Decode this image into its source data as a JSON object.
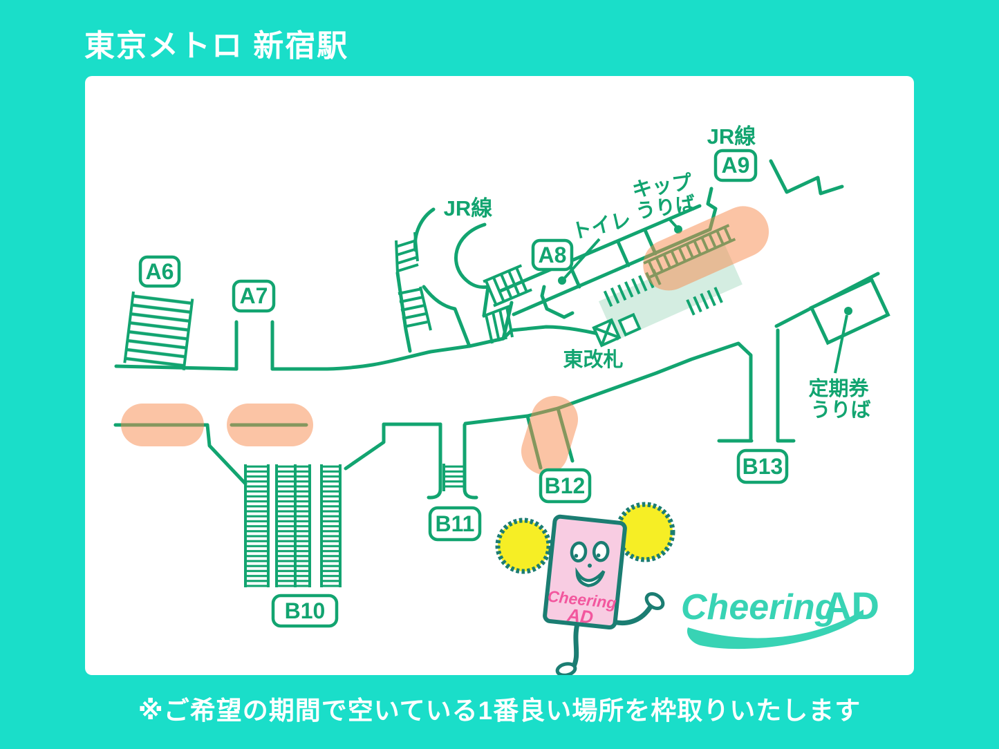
{
  "title": "東京メトロ 新宿駅",
  "footnote": "※ご希望の期間で空いている1番良い場所を枠取りいたします",
  "station_map": {
    "exits": {
      "a6": "A6",
      "a7": "A7",
      "a8": "A8",
      "a9": "A9",
      "b10": "B10",
      "b11": "B11",
      "b12": "B12",
      "b13": "B13"
    },
    "labels": {
      "jr_line_top": "JR線",
      "jr_line_center": "JR線",
      "toilet": "トイレ",
      "ticket_counter_line1": "キップ",
      "ticket_counter_line2": "うりば",
      "east_gate": "東改札",
      "commuter_pass_line1": "定期券",
      "commuter_pass_line2": "うりば"
    },
    "highlighted_spots_count": 4
  },
  "colors": {
    "background": "#1ADEC9",
    "panel": "#FFFFFF",
    "line_green": "#12A470",
    "highlight_orange": "rgba(247,137,75,0.5)",
    "gate_zone_mint": "#D4EDE1",
    "mascot_outline": "#1B7D72",
    "mascot_pink": "#F8CCE2",
    "mascot_text_pink": "#F2579E",
    "pompom_yellow": "#F6EE25",
    "logo_teal": "#38D3B4"
  },
  "mascot": {
    "body_text_line1": "Cheering",
    "body_text_line2": "AD"
  },
  "logo": {
    "script_text": "Cheering",
    "suffix_text": "AD"
  }
}
